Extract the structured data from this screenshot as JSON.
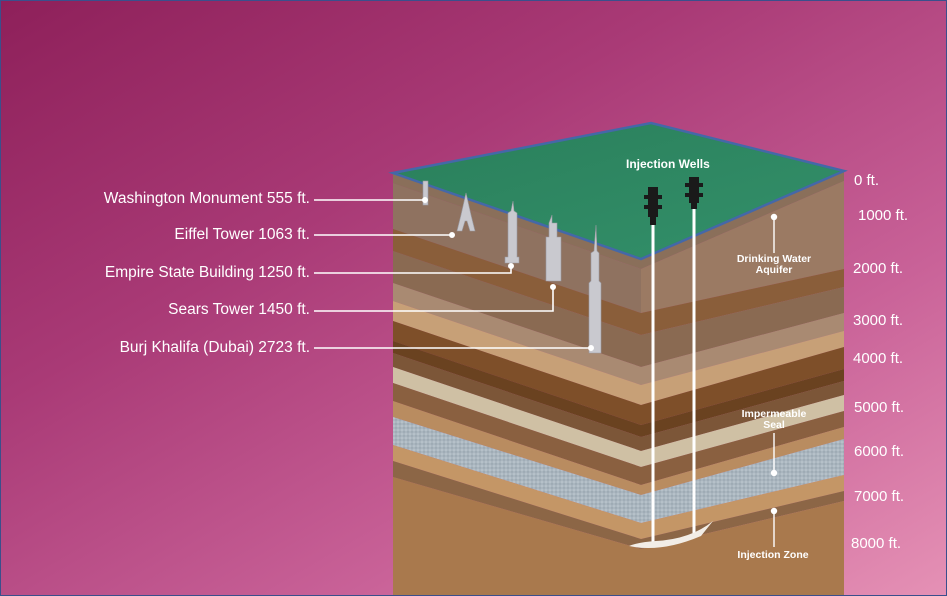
{
  "landmarks": [
    {
      "name": "Washington Monument 555 ft."
    },
    {
      "name": "Eiffel Tower 1063 ft."
    },
    {
      "name": "Empire State Building 1250 ft."
    },
    {
      "name": "Sears Tower 1450 ft."
    },
    {
      "name": "Burj Khalifa (Dubai) 2723 ft."
    }
  ],
  "depth_labels": [
    "0 ft.",
    "1000 ft.",
    "2000 ft.",
    "3000 ft.",
    "4000 ft.",
    "5000 ft.",
    "6000 ft.",
    "7000 ft.",
    "8000 ft."
  ],
  "annotations": {
    "injection_wells": "Injection Wells",
    "aquifer": "Drinking Water Aquifer",
    "seal": "Impermeable Seal",
    "zone": "Injection Zone"
  },
  "colors": {
    "background_start": "#8e205a",
    "background_end": "#e591b5",
    "surface": "#2e8a62",
    "aquifer": "#9b7a63",
    "seal": "#aab6bf",
    "injection_zone": "#a9794d"
  }
}
